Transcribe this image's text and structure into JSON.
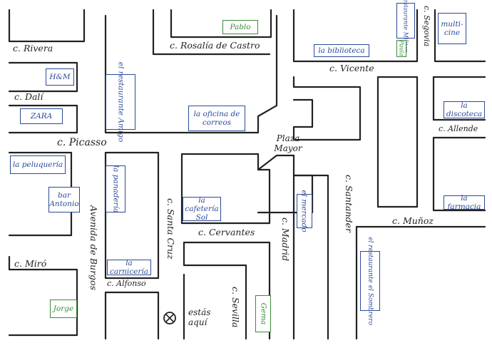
{
  "streets": {
    "rivera": "c. Rivera",
    "dali": "c. Dalí",
    "picasso": "c. Picasso",
    "miro": "c. Miró",
    "rosalia": "c. Rosalía de Castro",
    "vicente": "c. Vicente",
    "segovia": "c. Segovia",
    "allende": "c. Allende",
    "munoz": "c. Muñoz",
    "cervantes": "c. Cervantes",
    "alfonso": "c. Alfonso",
    "avenida": "Avenida de Burgos",
    "santa_cruz": "c. Santa Cruz",
    "madrid": "c. Madrid",
    "santander": "c. Santander",
    "sevilla": "c. Sevilla"
  },
  "plaza": "Plaza Mayor",
  "places": {
    "pablo": "Pablo",
    "biblioteca": "la biblioteca",
    "militar": "el restaurante Militar",
    "paula": "Paula",
    "multicine": "multi-cine",
    "hm": "H&M",
    "zara": "ZARA",
    "amigo": "el restaurante Amigo",
    "correos": "la oficina de correos",
    "discoteca": "la discoteca",
    "peluqueria": "la peluquería",
    "bar_antonio": "bar Antonio",
    "panaderia": "la panadería",
    "cafeteria": "la cafetería Sol",
    "mercado": "el mercado",
    "farmacia": "la farmacia",
    "carniceria": "la carnicería",
    "sombrero": "el restaurante el Sombrero",
    "jorge": "Jorge",
    "gema": "Gema"
  },
  "you_are_here": "estás aquí",
  "colors": {
    "ink": "#222222",
    "blue": "#2c4a9a",
    "green": "#3a8a3a"
  }
}
